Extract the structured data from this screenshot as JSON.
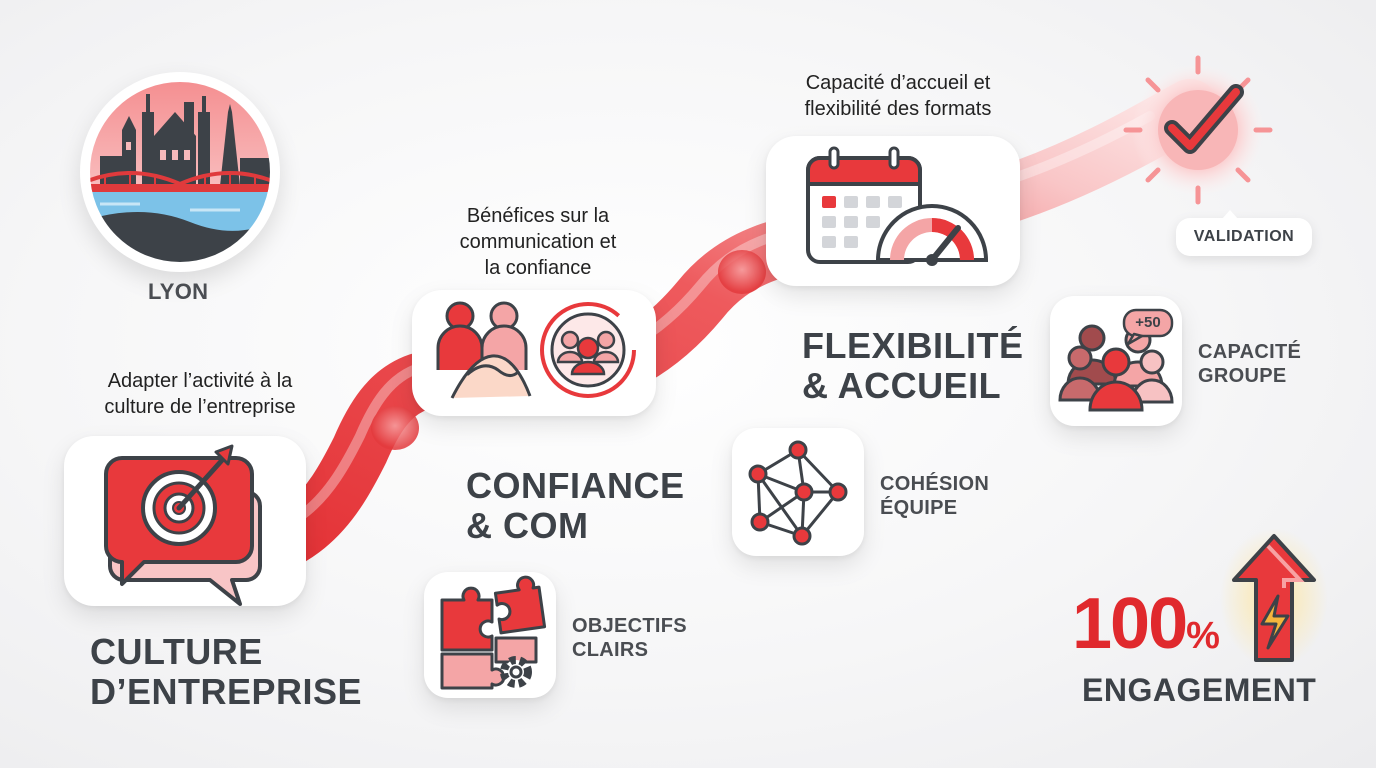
{
  "lyon": {
    "label": "LYON"
  },
  "step1": {
    "caption": "Adapter l’activité à la\nculture de l’entreprise",
    "title": "CULTURE\nD’ENTREPRISE"
  },
  "step2": {
    "caption": "Bénéfices sur la\ncommunication et\nla confiance",
    "title": "CONFIANCE\n& COM"
  },
  "step3": {
    "caption": "Capacité d’accueil et\nflexibilité des formats",
    "title": "FLEXIBILITÉ\n& ACCUEIL"
  },
  "validation": {
    "label": "VALIDATION"
  },
  "objectifs": {
    "label": "OBJECTIFS\nCLAIRS"
  },
  "cohesion": {
    "label": "COHÉSION\nÉQUIPE"
  },
  "capacite": {
    "label": "CAPACITÉ\nGROUPE",
    "badge": "+50"
  },
  "engagement": {
    "value": "100",
    "unit": "%",
    "label": "ENGAGEMENT"
  },
  "colors": {
    "accent": "#e03a3c",
    "accent_light": "#f6a6a7",
    "dark": "#3d4248"
  },
  "icons": [
    "lyon-skyline-icon",
    "target-chat-icon",
    "handshake-team-icon",
    "calendar-gauge-icon",
    "checkmark-icon",
    "puzzle-gear-icon",
    "network-icon",
    "group-people-icon",
    "up-arrow-bolt-icon"
  ]
}
